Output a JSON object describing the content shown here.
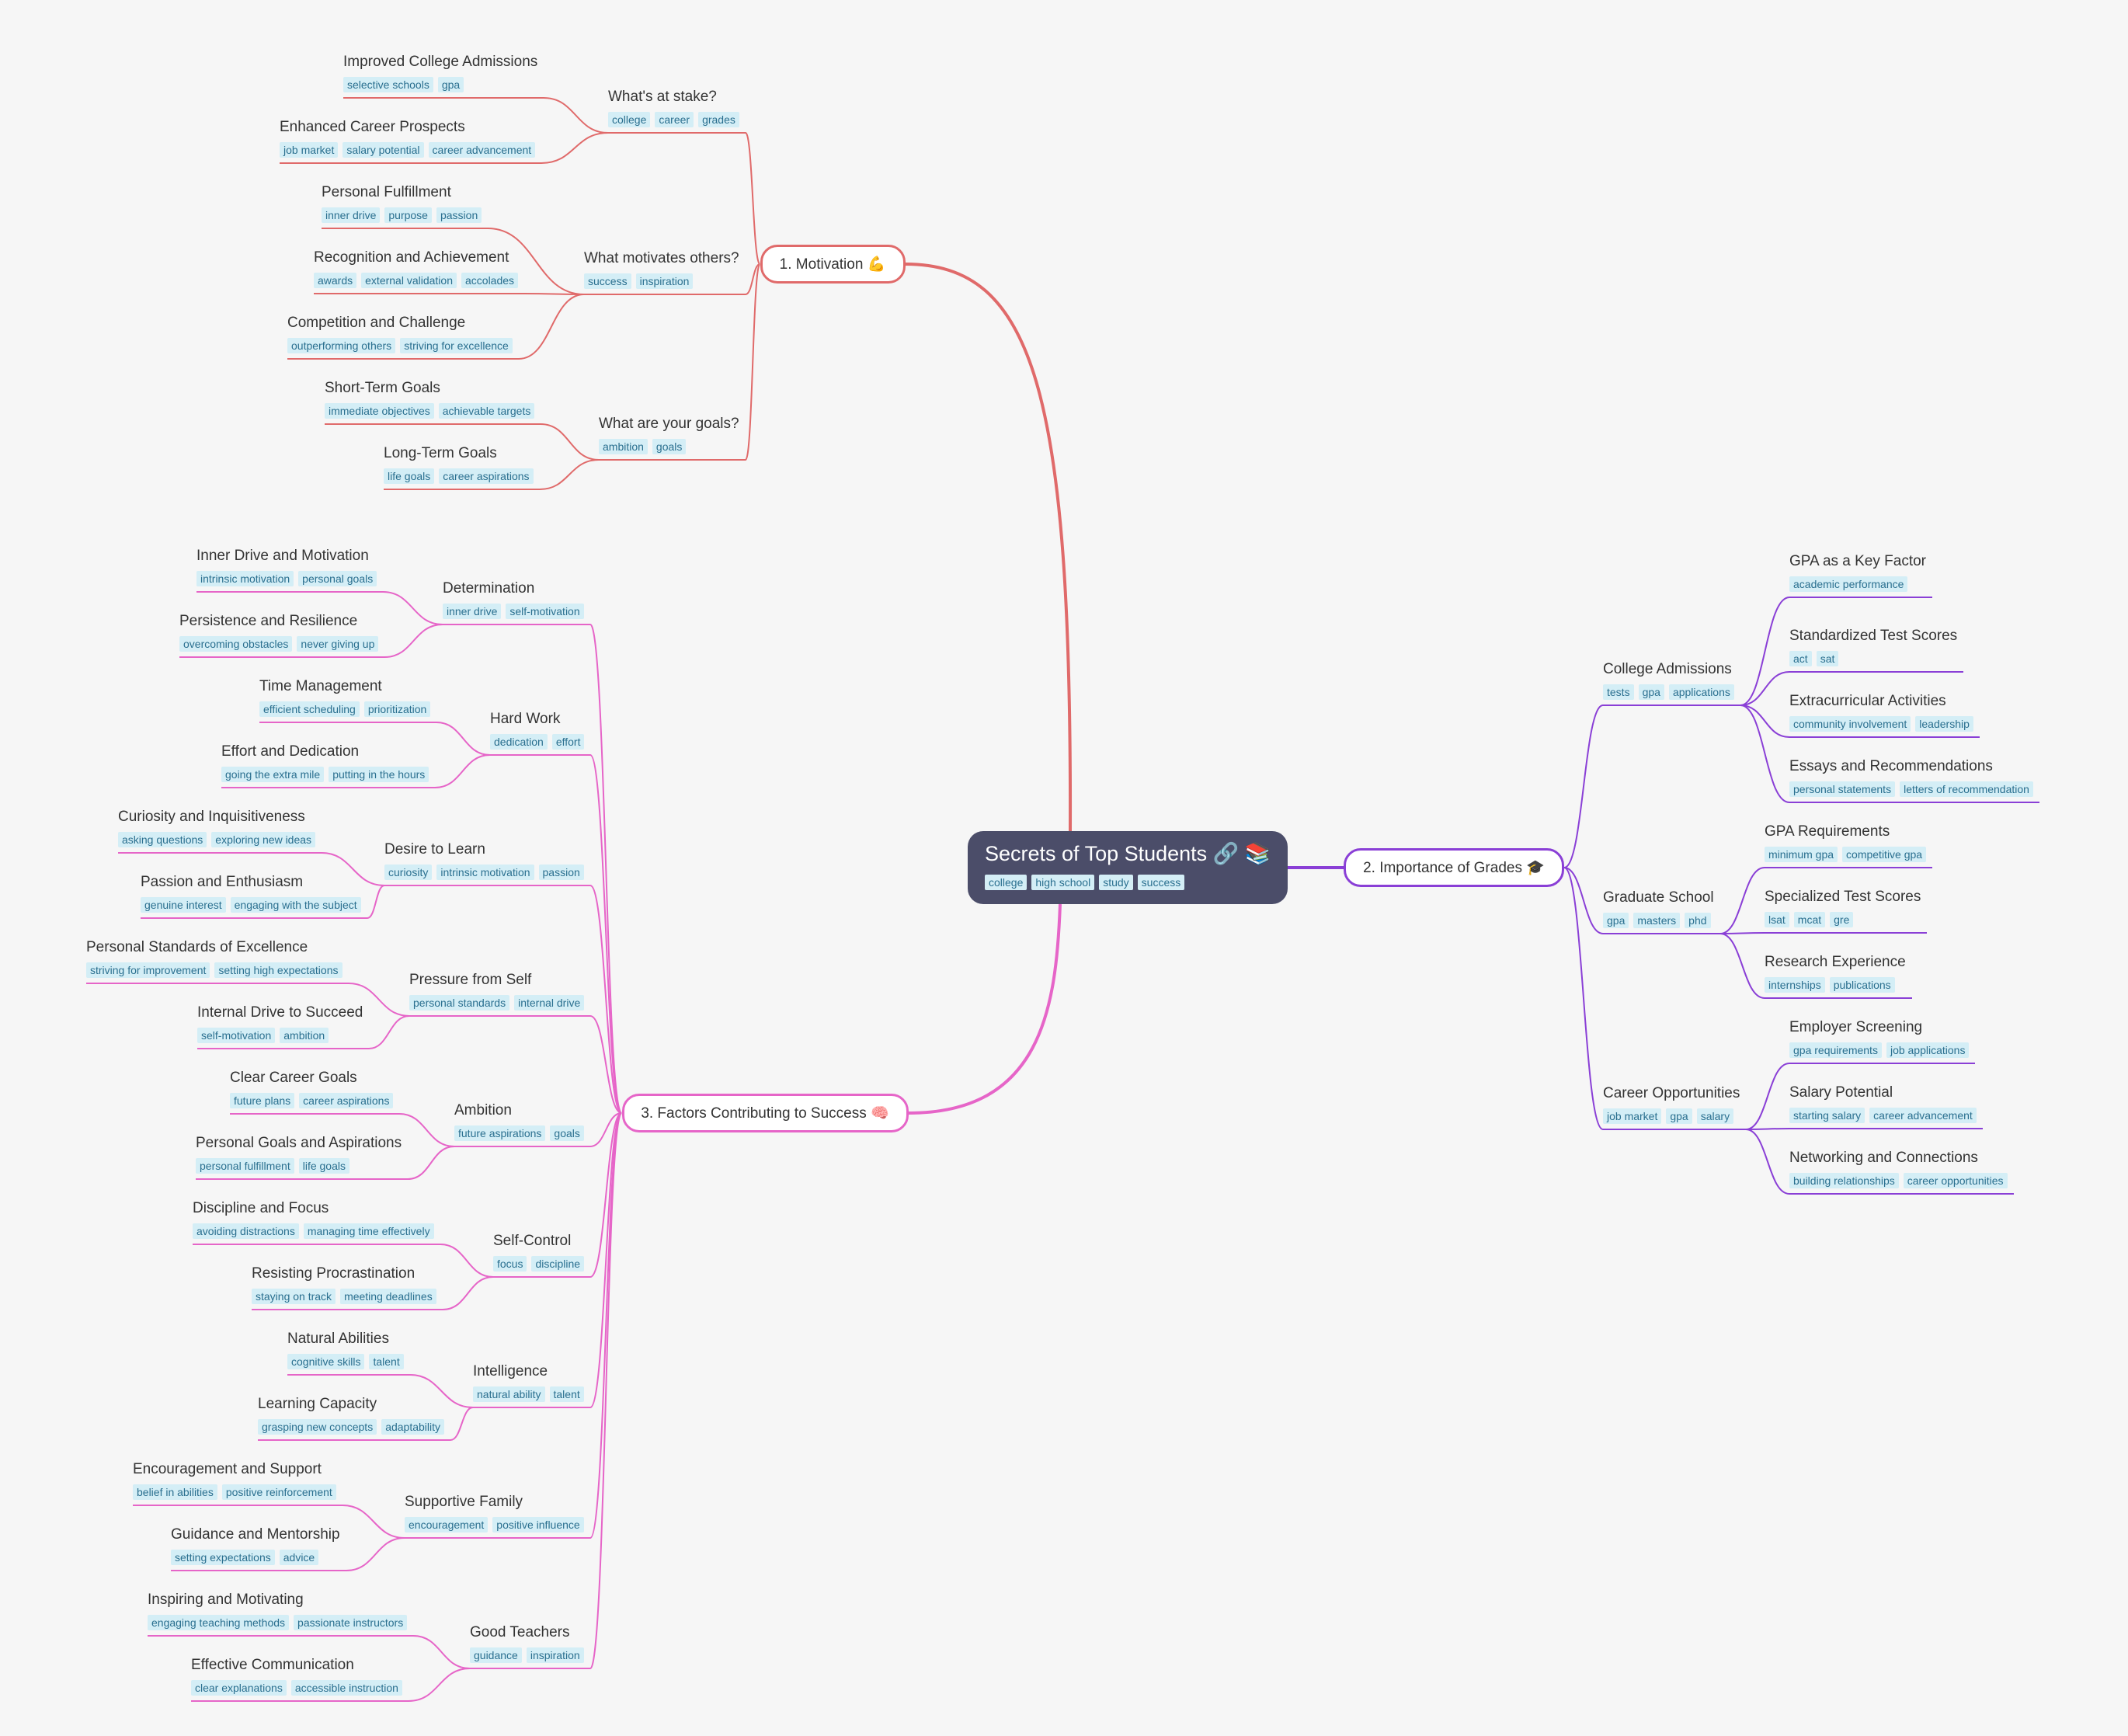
{
  "root": {
    "title": "Secrets of Top Students 🔗 📚",
    "tags": [
      "college",
      "high school",
      "study",
      "success"
    ]
  },
  "colors": {
    "motivation": "#e06a6a",
    "grades": "#8a3fd6",
    "factors": "#e665c8",
    "root_bg": "#4b4d69",
    "tag_bg": "#d4eef6",
    "tag_text": "#2a6f8f",
    "background": "#f6f6f6"
  },
  "branches": [
    {
      "id": "motivation",
      "label": "1. Motivation 💪",
      "groups": [
        {
          "title": "What's at stake?",
          "tags": [
            "college",
            "career",
            "grades"
          ],
          "children": [
            {
              "title": "Improved College Admissions",
              "tags": [
                "selective schools",
                "gpa"
              ]
            },
            {
              "title": "Enhanced Career Prospects",
              "tags": [
                "job market",
                "salary potential",
                "career advancement"
              ]
            }
          ]
        },
        {
          "title": "What motivates others?",
          "tags": [
            "success",
            "inspiration"
          ],
          "children": [
            {
              "title": "Personal Fulfillment",
              "tags": [
                "inner drive",
                "purpose",
                "passion"
              ]
            },
            {
              "title": "Recognition and Achievement",
              "tags": [
                "awards",
                "external validation",
                "accolades"
              ]
            },
            {
              "title": "Competition and Challenge",
              "tags": [
                "outperforming others",
                "striving for excellence"
              ]
            }
          ]
        },
        {
          "title": "What are your goals?",
          "tags": [
            "ambition",
            "goals"
          ],
          "children": [
            {
              "title": "Short-Term Goals",
              "tags": [
                "immediate objectives",
                "achievable targets"
              ]
            },
            {
              "title": "Long-Term Goals",
              "tags": [
                "life goals",
                "career aspirations"
              ]
            }
          ]
        }
      ]
    },
    {
      "id": "grades",
      "label": "2. Importance of Grades 🎓",
      "groups": [
        {
          "title": "College Admissions",
          "tags": [
            "tests",
            "gpa",
            "applications"
          ],
          "children": [
            {
              "title": "GPA as a Key Factor",
              "tags": [
                "academic performance"
              ]
            },
            {
              "title": "Standardized Test Scores",
              "tags": [
                "act",
                "sat"
              ]
            },
            {
              "title": "Extracurricular Activities",
              "tags": [
                "community involvement",
                "leadership"
              ]
            },
            {
              "title": "Essays and Recommendations",
              "tags": [
                "personal statements",
                "letters of recommendation"
              ]
            }
          ]
        },
        {
          "title": "Graduate School",
          "tags": [
            "gpa",
            "masters",
            "phd"
          ],
          "children": [
            {
              "title": "GPA Requirements",
              "tags": [
                "minimum gpa",
                "competitive gpa"
              ]
            },
            {
              "title": "Specialized Test Scores",
              "tags": [
                "lsat",
                "mcat",
                "gre"
              ]
            },
            {
              "title": "Research Experience",
              "tags": [
                "internships",
                "publications"
              ]
            }
          ]
        },
        {
          "title": "Career Opportunities",
          "tags": [
            "job market",
            "gpa",
            "salary"
          ],
          "children": [
            {
              "title": "Employer Screening",
              "tags": [
                "gpa requirements",
                "job applications"
              ]
            },
            {
              "title": "Salary Potential",
              "tags": [
                "starting salary",
                "career advancement"
              ]
            },
            {
              "title": "Networking and Connections",
              "tags": [
                "building relationships",
                "career opportunities"
              ]
            }
          ]
        }
      ]
    },
    {
      "id": "factors",
      "label": "3. Factors Contributing to Success 🧠",
      "groups": [
        {
          "title": "Determination",
          "tags": [
            "inner drive",
            "self-motivation"
          ],
          "children": [
            {
              "title": "Inner Drive and Motivation",
              "tags": [
                "intrinsic motivation",
                "personal goals"
              ]
            },
            {
              "title": "Persistence and Resilience",
              "tags": [
                "overcoming obstacles",
                "never giving up"
              ]
            }
          ]
        },
        {
          "title": "Hard Work",
          "tags": [
            "dedication",
            "effort"
          ],
          "children": [
            {
              "title": "Time Management",
              "tags": [
                "efficient scheduling",
                "prioritization"
              ]
            },
            {
              "title": "Effort and Dedication",
              "tags": [
                "going the extra mile",
                "putting in the hours"
              ]
            }
          ]
        },
        {
          "title": "Desire to Learn",
          "tags": [
            "curiosity",
            "intrinsic motivation",
            "passion"
          ],
          "children": [
            {
              "title": "Curiosity and Inquisitiveness",
              "tags": [
                "asking questions",
                "exploring new ideas"
              ]
            },
            {
              "title": "Passion and Enthusiasm",
              "tags": [
                "genuine interest",
                "engaging with the subject"
              ]
            }
          ]
        },
        {
          "title": "Pressure from Self",
          "tags": [
            "personal standards",
            "internal drive"
          ],
          "children": [
            {
              "title": "Personal Standards of Excellence",
              "tags": [
                "striving for improvement",
                "setting high expectations"
              ]
            },
            {
              "title": "Internal Drive to Succeed",
              "tags": [
                "self-motivation",
                "ambition"
              ]
            }
          ]
        },
        {
          "title": "Ambition",
          "tags": [
            "future aspirations",
            "goals"
          ],
          "children": [
            {
              "title": "Clear Career Goals",
              "tags": [
                "future plans",
                "career aspirations"
              ]
            },
            {
              "title": "Personal Goals and Aspirations",
              "tags": [
                "personal fulfillment",
                "life goals"
              ]
            }
          ]
        },
        {
          "title": "Self-Control",
          "tags": [
            "focus",
            "discipline"
          ],
          "children": [
            {
              "title": "Discipline and Focus",
              "tags": [
                "avoiding distractions",
                "managing time effectively"
              ]
            },
            {
              "title": "Resisting Procrastination",
              "tags": [
                "staying on track",
                "meeting deadlines"
              ]
            }
          ]
        },
        {
          "title": "Intelligence",
          "tags": [
            "natural ability",
            "talent"
          ],
          "children": [
            {
              "title": "Natural Abilities",
              "tags": [
                "cognitive skills",
                "talent"
              ]
            },
            {
              "title": "Learning Capacity",
              "tags": [
                "grasping new concepts",
                "adaptability"
              ]
            }
          ]
        },
        {
          "title": "Supportive Family",
          "tags": [
            "encouragement",
            "positive influence"
          ],
          "children": [
            {
              "title": "Encouragement and Support",
              "tags": [
                "belief in abilities",
                "positive reinforcement"
              ]
            },
            {
              "title": "Guidance and Mentorship",
              "tags": [
                "setting expectations",
                "advice"
              ]
            }
          ]
        },
        {
          "title": "Good Teachers",
          "tags": [
            "guidance",
            "inspiration"
          ],
          "children": [
            {
              "title": "Inspiring and Motivating",
              "tags": [
                "engaging teaching methods",
                "passionate instructors"
              ]
            },
            {
              "title": "Effective Communication",
              "tags": [
                "clear explanations",
                "accessible instruction"
              ]
            }
          ]
        }
      ]
    }
  ]
}
